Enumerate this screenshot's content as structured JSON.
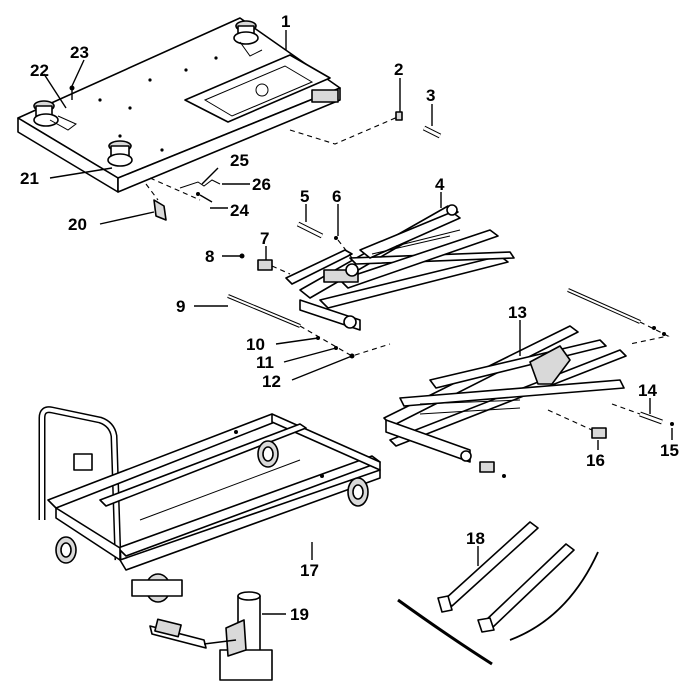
{
  "parts": [
    {
      "id": "p1",
      "label": "1"
    },
    {
      "id": "p2",
      "label": "2"
    },
    {
      "id": "p3",
      "label": "3"
    },
    {
      "id": "p4",
      "label": "4"
    },
    {
      "id": "p5",
      "label": "5"
    },
    {
      "id": "p6",
      "label": "6"
    },
    {
      "id": "p7",
      "label": "7"
    },
    {
      "id": "p8",
      "label": "8"
    },
    {
      "id": "p9",
      "label": "9"
    },
    {
      "id": "p10",
      "label": "10"
    },
    {
      "id": "p11",
      "label": "11"
    },
    {
      "id": "p12",
      "label": "12"
    },
    {
      "id": "p13",
      "label": "13"
    },
    {
      "id": "p14",
      "label": "14"
    },
    {
      "id": "p15",
      "label": "15"
    },
    {
      "id": "p16",
      "label": "16"
    },
    {
      "id": "p17",
      "label": "17"
    },
    {
      "id": "p18",
      "label": "18"
    },
    {
      "id": "p19",
      "label": "19"
    },
    {
      "id": "p20",
      "label": "20"
    },
    {
      "id": "p21",
      "label": "21"
    },
    {
      "id": "p22",
      "label": "22"
    },
    {
      "id": "p23",
      "label": "23"
    },
    {
      "id": "p24",
      "label": "24"
    },
    {
      "id": "p25",
      "label": "25"
    },
    {
      "id": "p26",
      "label": "26"
    }
  ]
}
